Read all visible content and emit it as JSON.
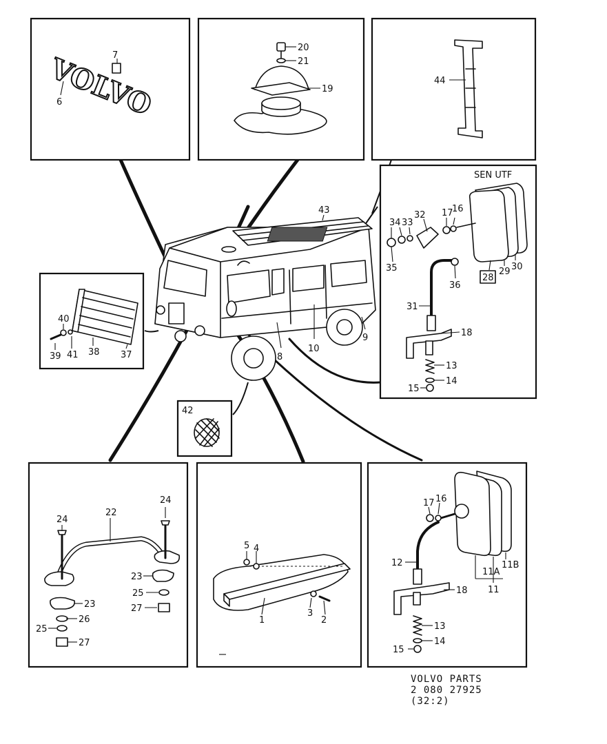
{
  "logo_text": "VOLVO",
  "variant_note": "SEN UTF",
  "footer": {
    "line1": "VOLVO PARTS",
    "line2": "2 080 27925",
    "line3": "(32:2)"
  },
  "part_labels": {
    "p1": "1",
    "p2": "2",
    "p3": "3",
    "p4": "4",
    "p5": "5",
    "p6": "6",
    "p7": "7",
    "p8": "8",
    "p9": "9",
    "p10": "10",
    "p11": "11",
    "p11a": "11A",
    "p11b": "11B",
    "p12": "12",
    "p13": "13",
    "p14": "14",
    "p15": "15",
    "p16": "16",
    "p17": "17",
    "p18": "18",
    "p19": "19",
    "p20": "20",
    "p21": "21",
    "p22": "22",
    "p23": "23",
    "p24": "24",
    "p25": "25",
    "p26": "26",
    "p27": "27",
    "p28": "28",
    "p29": "29",
    "p30": "30",
    "p31": "31",
    "p32": "32",
    "p33": "33",
    "p34": "34",
    "p35": "35",
    "p36": "36",
    "p37": "37",
    "p38": "38",
    "p39": "39",
    "p40": "40",
    "p41": "41",
    "p42": "42",
    "p43": "43",
    "p44": "44"
  }
}
